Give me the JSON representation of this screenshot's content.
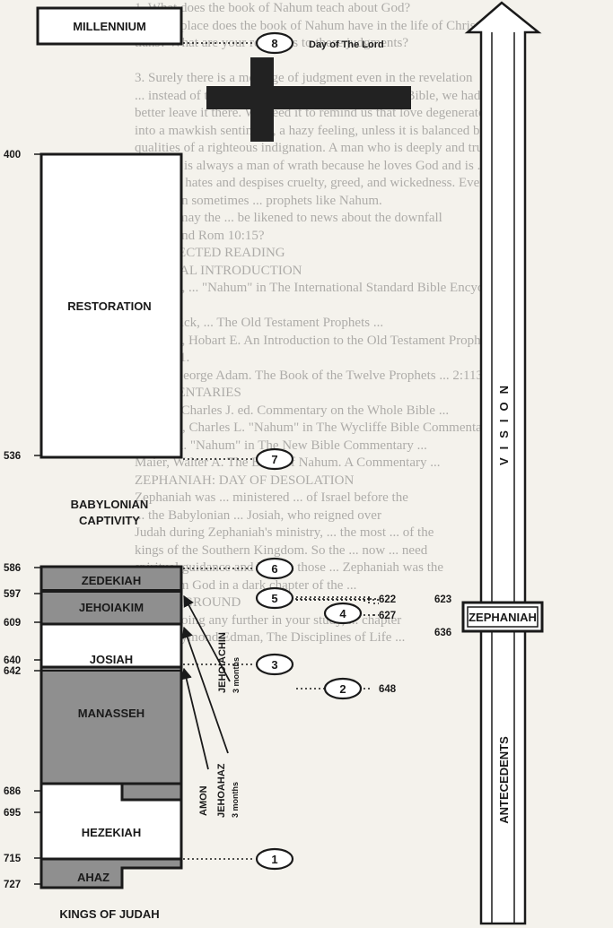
{
  "background_text": [
    "1. What does the book of Nahum teach about God?",
    "2. What place does the book of Nahum have in the life of Christ-",
    "tians? What are your reactions to these judgments?",
    "",
    "3. Surely there is a message of judgment even in the revelation",
    "... instead of taking the Book of Nahum out of the Bible, we had",
    "better leave it there. We need it to remind us that love degenerates",
    "into a mawkish sentiment, a hazy feeling, unless it is balanced by the",
    "qualities of a righteous indignation. A man who is deeply and truly",
    "for good is always a man of wrath because he loves God and is ... to",
    "mind, he hates and despises cruelty, greed, and wickedness. Even",
    "good men sometimes ... prophets like Nahum.",
    "4. How may the ... be likened to news about the downfall",
    "... 1:15 and Rom 10:15?",
    "IV. SELECTED READING",
    "GENERAL INTRODUCTION",
    "Freeman, ... \"Nahum\" in The International Standard Bible Encyclopedia",
    "... 1.",
    "Kirkpatrick, ... The Old Testament Prophets ...",
    "Freeman, Hobart E. An Introduction to the Old Testament Prophets",
    "... 225-31.",
    "Smith, George Adam. The Book of the Twelve Prophets ... 2:1136",
    "COMMENTARIES",
    "Ellicott, Charles J. ed. Commentary on the Whole Bible ...",
    "Feinberg, Charles L. \"Nahum\" in The Wycliffe Bible Commentary ...",
    "Fraser, A. \"Nahum\" in The New Bible Commentary ...",
    "Maier, Walter A. The Book of Nahum. A Commentary ...",
    "ZEPHANIAH: DAY OF DESOLATION",
    "Zephaniah was ... ministered ... of Israel before the",
    "... the Babylonian ... Josiah, who reigned over",
    "Judah during Zephaniah's ministry, ... the most ... of the",
    "kings of the Southern Kingdom. So the ... now ... need",
    "spiritual guidance and help in those ... Zephaniah was the",
    "light from God in a dark chapter of the ...",
    "I. BACKGROUND",
    "Before going any further in your study, ... chapter",
    "... W. Raymond Edman, The Disciplines of Life ..."
  ],
  "left_column": {
    "millennium_label": "MILLENNIUM",
    "restoration_label": "RESTORATION",
    "captivity_line1": "BABYLONIAN",
    "captivity_line2": "CAPTIVITY",
    "kings_footer": "KINGS OF JUDAH",
    "years": [
      "400",
      "536",
      "586",
      "597",
      "609",
      "640",
      "642",
      "686",
      "695",
      "715",
      "727"
    ],
    "kings": {
      "zedekiah": "ZEDEKIAH",
      "jehoiakim": "JEHOIAKIM",
      "josiah": "JOSIAH",
      "manasseh": "MANASSEH",
      "hezekiah": "HEZEKIAH",
      "ahaz": "AHAZ"
    },
    "short_reigns": {
      "jehoiachin": "JEHOIACHIN",
      "jehoiachin_note": "3 months",
      "jehoahaz": "JEHOAHAZ",
      "jehoahaz_note": "3 months",
      "amon": "AMON"
    }
  },
  "markers": {
    "m1": "1",
    "m2": "2",
    "m3": "3",
    "m4": "4",
    "m5": "5",
    "m6": "6",
    "m7": "7",
    "m8": "8",
    "day_of_the_lord": "Day of The Lord",
    "m2_year": "648",
    "m4_year": "627",
    "m5_year": "622"
  },
  "right_column": {
    "vision": "VISION",
    "antecedents": "ANTECEDENTS",
    "zephaniah": "ZEPHANIAH",
    "year_top": "623",
    "year_bottom": "636"
  },
  "colors": {
    "shade": "#8f8f8f",
    "ink": "#1a1a1a",
    "paper": "#f4f2ec"
  }
}
